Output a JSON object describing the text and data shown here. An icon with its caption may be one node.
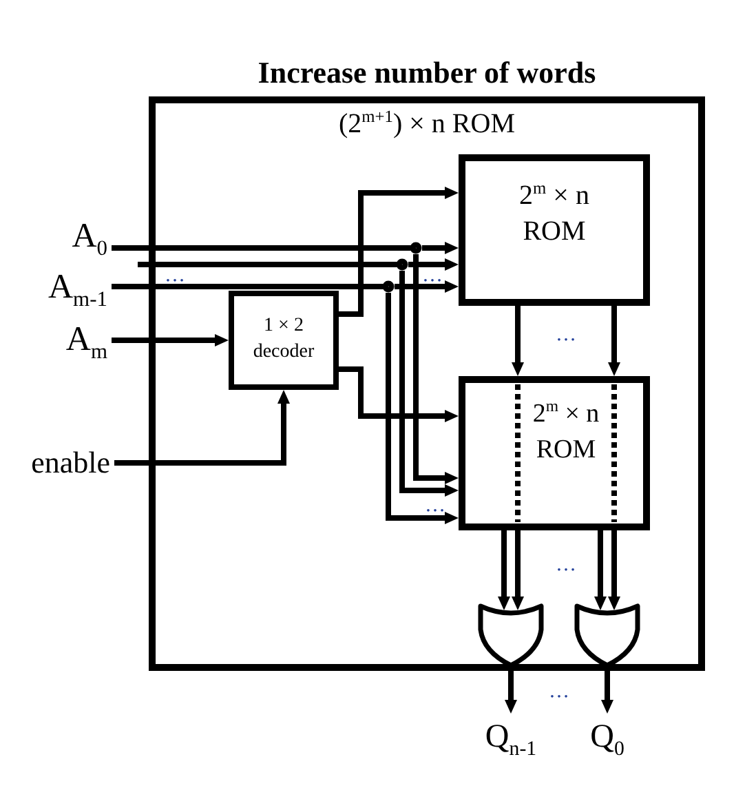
{
  "diagram": {
    "title": "Increase number of words",
    "nodes": [
      {
        "text": [
          "(2$^{m+1}$) × n ROM"
        ]
      },
      {
        "text": [
          "2$^{m}$ × n ROM"
        ],
        "in": 0
      },
      {
        "text": [
          "1 × 2 decoder"
        ],
        "in": 0
      },
      {
        "text": [
          "2$^{m}$ × n ROM"
        ],
        "in": 0
      },
      {
        "text": [],
        "shape": "gate",
        "in": 0
      },
      {
        "text": [],
        "shape": "gate",
        "in": 0
      },
      {
        "text": [
          "A$_{0}$"
        ]
      },
      {
        "text": [
          "A$_{m-1}$"
        ]
      },
      {
        "text": [
          "A$_{m}$"
        ]
      },
      {
        "text": [
          "enable"
        ]
      },
      {
        "text": [
          "Q$_{n-1}$"
        ]
      },
      {
        "text": [
          "Q$_{0}$"
        ]
      }
    ],
    "edges": [
      {
        "from": 6,
        "to": 1,
        "arrow": "to"
      },
      {
        "from": 6,
        "to": 3,
        "arrow": "to"
      },
      {
        "from": null,
        "to": 1,
        "arrow": "to"
      },
      {
        "from": null,
        "to": 3,
        "arrow": "to"
      },
      {
        "from": 7,
        "to": 1,
        "arrow": "to"
      },
      {
        "from": 7,
        "to": 3,
        "arrow": "to"
      },
      {
        "from": 8,
        "to": 2,
        "arrow": "to"
      },
      {
        "from": 9,
        "to": 2,
        "arrow": "to"
      },
      {
        "from": 2,
        "to": 1,
        "arrow": "to"
      },
      {
        "from": 2,
        "to": 3,
        "arrow": "to"
      },
      {
        "from": 1,
        "to": 3,
        "arrow": "to"
      },
      {
        "from": 1,
        "to": 3,
        "arrow": "to"
      },
      {
        "from": 3,
        "to": 4,
        "arrow": "to"
      },
      {
        "from": 3,
        "to": 4,
        "arrow": "to"
      },
      {
        "from": 3,
        "to": 5,
        "arrow": "to"
      },
      {
        "from": 3,
        "to": 5,
        "arrow": "to"
      },
      {
        "from": 4,
        "to": 10,
        "arrow": "to"
      },
      {
        "from": 5,
        "to": 11,
        "arrow": "to"
      }
    ],
    "labels": [
      "…",
      "…",
      "…",
      "…",
      "…",
      "…"
    ]
  }
}
